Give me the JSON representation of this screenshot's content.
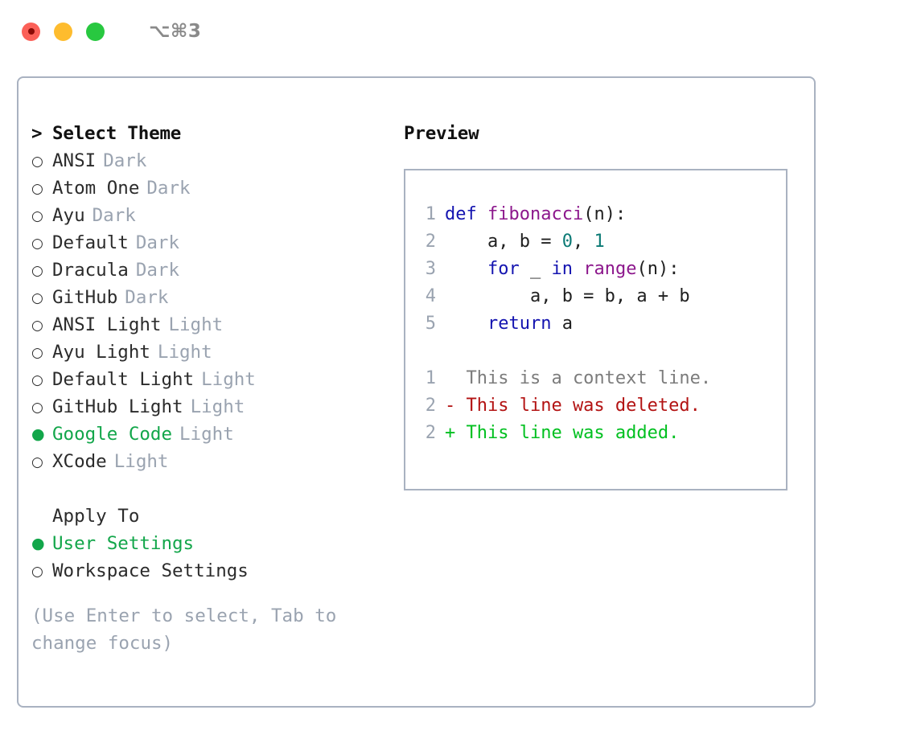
{
  "titlebar": {
    "shortcut": "⌥⌘3",
    "lights": [
      {
        "name": "close",
        "color": "#fb6058"
      },
      {
        "name": "minimize",
        "color": "#febc2e"
      },
      {
        "name": "maximize",
        "color": "#28c840"
      }
    ]
  },
  "theme_picker": {
    "heading": "Select Theme",
    "caret": ">",
    "marker_off": "○",
    "marker_on": "●",
    "items": [
      {
        "name": "ANSI",
        "tag": "Dark",
        "selected": false
      },
      {
        "name": "Atom One",
        "tag": "Dark",
        "selected": false
      },
      {
        "name": "Ayu",
        "tag": "Dark",
        "selected": false
      },
      {
        "name": "Default",
        "tag": "Dark",
        "selected": false
      },
      {
        "name": "Dracula",
        "tag": "Dark",
        "selected": false
      },
      {
        "name": "GitHub",
        "tag": "Dark",
        "selected": false
      },
      {
        "name": "ANSI Light",
        "tag": "Light",
        "selected": false
      },
      {
        "name": "Ayu Light",
        "tag": "Light",
        "selected": false
      },
      {
        "name": "Default Light",
        "tag": "Light",
        "selected": false
      },
      {
        "name": "GitHub Light",
        "tag": "Light",
        "selected": false
      },
      {
        "name": "Google Code",
        "tag": "Light",
        "selected": true
      },
      {
        "name": "XCode",
        "tag": "Light",
        "selected": false
      }
    ]
  },
  "apply_to": {
    "heading": "Apply To",
    "items": [
      {
        "name": "User Settings",
        "selected": true
      },
      {
        "name": "Workspace Settings",
        "selected": false
      }
    ]
  },
  "hint": "(Use Enter to select, Tab to change focus)",
  "preview": {
    "title": "Preview",
    "code_lines": [
      {
        "gutter": "1",
        "tokens": [
          {
            "t": "def ",
            "c": "kw"
          },
          {
            "t": "fibonacci",
            "c": "fn"
          },
          {
            "t": "(n):",
            "c": "pl"
          }
        ]
      },
      {
        "gutter": "2",
        "tokens": [
          {
            "t": "    a, b = ",
            "c": "pl"
          },
          {
            "t": "0",
            "c": "num"
          },
          {
            "t": ", ",
            "c": "pl"
          },
          {
            "t": "1",
            "c": "num"
          }
        ]
      },
      {
        "gutter": "3",
        "tokens": [
          {
            "t": "    ",
            "c": "pl"
          },
          {
            "t": "for",
            "c": "kw"
          },
          {
            "t": " _ ",
            "c": "pl"
          },
          {
            "t": "in",
            "c": "kw"
          },
          {
            "t": " ",
            "c": "pl"
          },
          {
            "t": "range",
            "c": "fn"
          },
          {
            "t": "(n):",
            "c": "pl"
          }
        ]
      },
      {
        "gutter": "4",
        "tokens": [
          {
            "t": "        a, b = b, a + b",
            "c": "pl"
          }
        ]
      },
      {
        "gutter": "5",
        "tokens": [
          {
            "t": "    ",
            "c": "pl"
          },
          {
            "t": "return",
            "c": "kw"
          },
          {
            "t": " a",
            "c": "pl"
          }
        ]
      }
    ],
    "diff_lines": [
      {
        "gutter": "1",
        "text": "  This is a context line.",
        "kind": "ctx"
      },
      {
        "gutter": "2",
        "text": "- This line was deleted.",
        "kind": "del"
      },
      {
        "gutter": "2",
        "text": "+ This line was added.",
        "kind": "add"
      }
    ]
  },
  "colors": {
    "accent_green": "#12a64a",
    "border": "#a9b2c1",
    "muted": "#9aa3b0",
    "keyword": "#1414b0",
    "function": "#8c178c",
    "number": "#0b7a75",
    "diff_add": "#00c020",
    "diff_del": "#b31313",
    "diff_ctx": "#7c7c7c"
  }
}
